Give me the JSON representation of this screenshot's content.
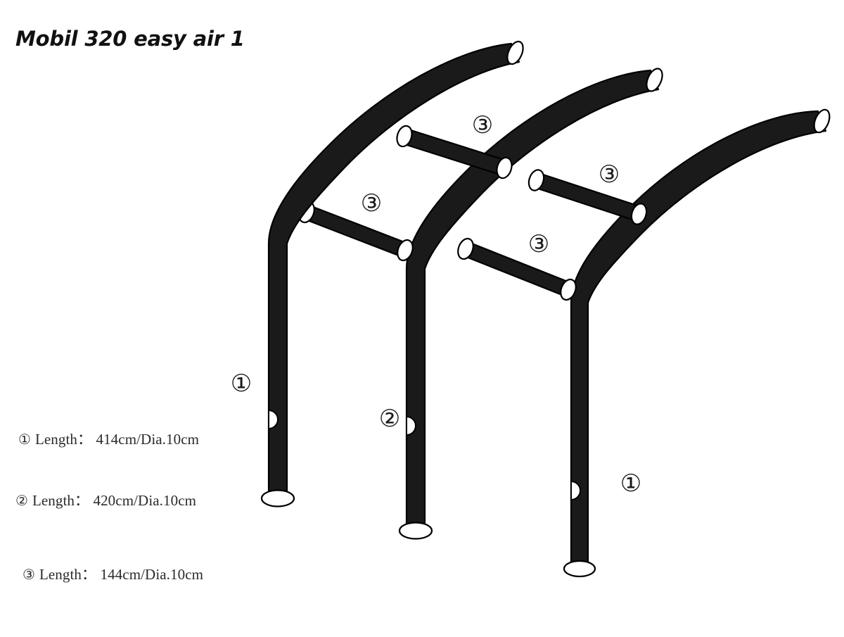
{
  "page": {
    "title": "Mobil 320 easy air 1",
    "background_color": "#ffffff",
    "tube_color": "#1a1a1a",
    "tube_outline_color": "#000000",
    "cap_color": "#ffffff"
  },
  "legend": {
    "items": [
      {
        "num": "①",
        "text": "Length：  414cm/Dia.10cm",
        "length_cm": 414,
        "diameter_cm": 10
      },
      {
        "num": "②",
        "text": "Length：  420cm/Dia.10cm",
        "length_cm": 420,
        "diameter_cm": 10
      },
      {
        "num": "③",
        "text": "Length：  144cm/Dia.10cm",
        "length_cm": 144,
        "diameter_cm": 10
      }
    ]
  },
  "markers": {
    "arch1": "①",
    "arch2": "②",
    "arch3": "①",
    "cross_upper": "③",
    "cross_lower": "③",
    "cross_mid_right": "③",
    "cross_bottom_right": "③"
  },
  "diagram": {
    "description": "Inflatable awning air-pole frame: three curved arch tubes with four short connector cross-tubes",
    "arch_count": 3,
    "cross_tube_count": 4,
    "valve_count": 3
  }
}
